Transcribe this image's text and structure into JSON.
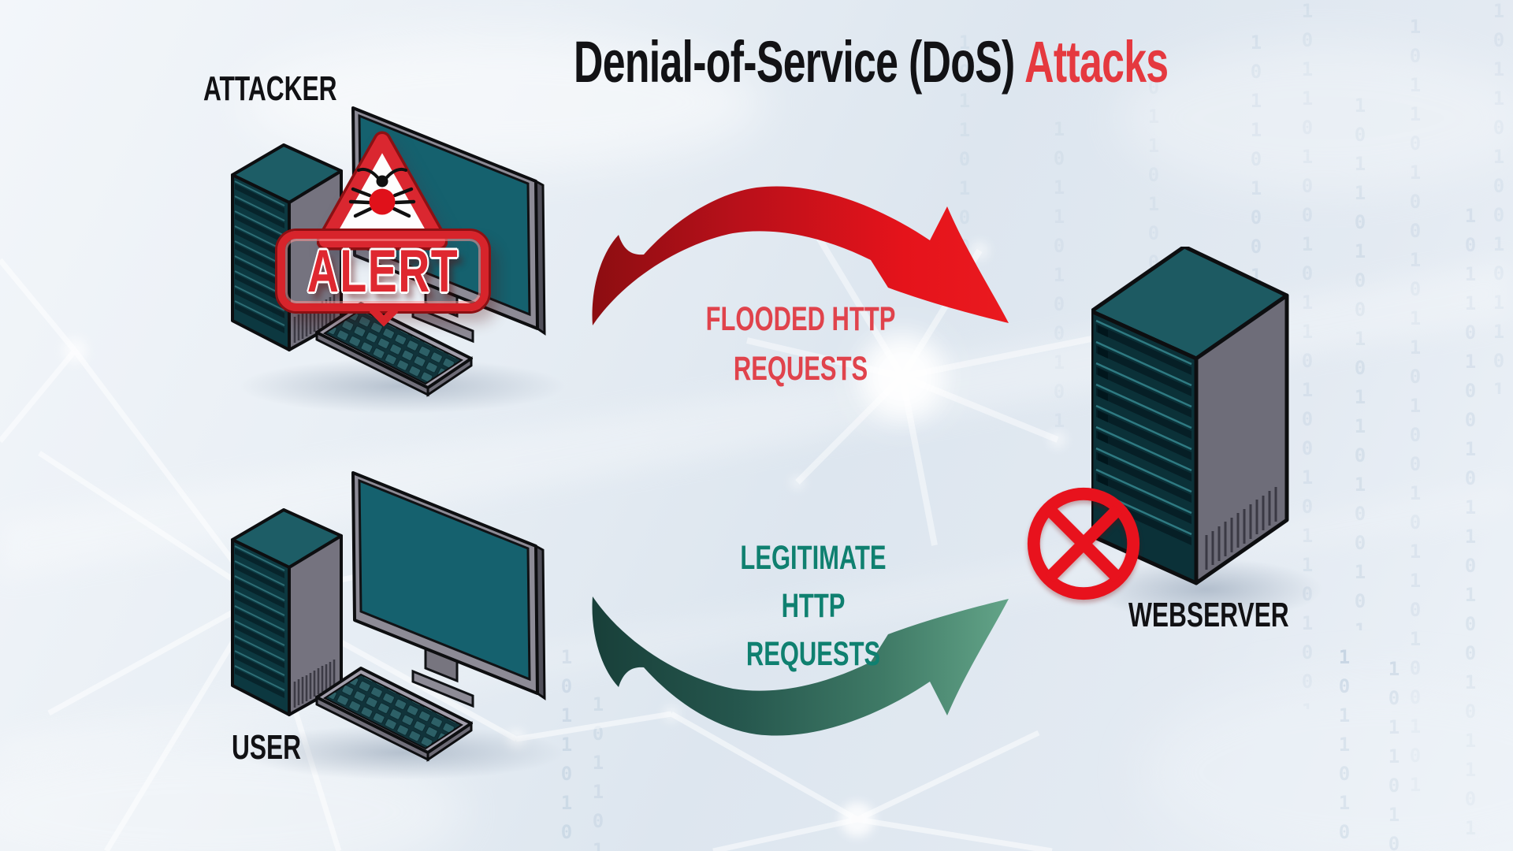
{
  "title": {
    "prefix": "Denial-of-Service (DoS)",
    "highlight": "Attacks"
  },
  "nodes": {
    "attacker": {
      "label": "ATTACKER"
    },
    "user": {
      "label": "USER"
    },
    "webserver": {
      "label": "WEBSERVER"
    }
  },
  "alert_badge": {
    "text": "ALERT"
  },
  "flows": {
    "flooded": {
      "line1": "FLOODED HTTP",
      "line2": "REQUESTS"
    },
    "legitimate": {
      "line1": "LEGITIMATE HTTP",
      "line2": "REQUESTS"
    }
  },
  "background": {
    "binary": "10110100101101001011010010110100101101001011010010110100"
  },
  "colors": {
    "title_black": "#121215",
    "title_red": "#e5393f",
    "flooded_text": "#e0434c",
    "legitimate_text": "#0f8070",
    "arrow_red_dark": "#8c0d11",
    "arrow_red_bright": "#ea1a1f",
    "arrow_green_dark": "#183f39",
    "arrow_green_bright": "#63a488",
    "alert_red": "#d7242b",
    "prohibit_red": "#e8121d",
    "machine_teal": "#15616e",
    "machine_gray": "#75737f"
  }
}
